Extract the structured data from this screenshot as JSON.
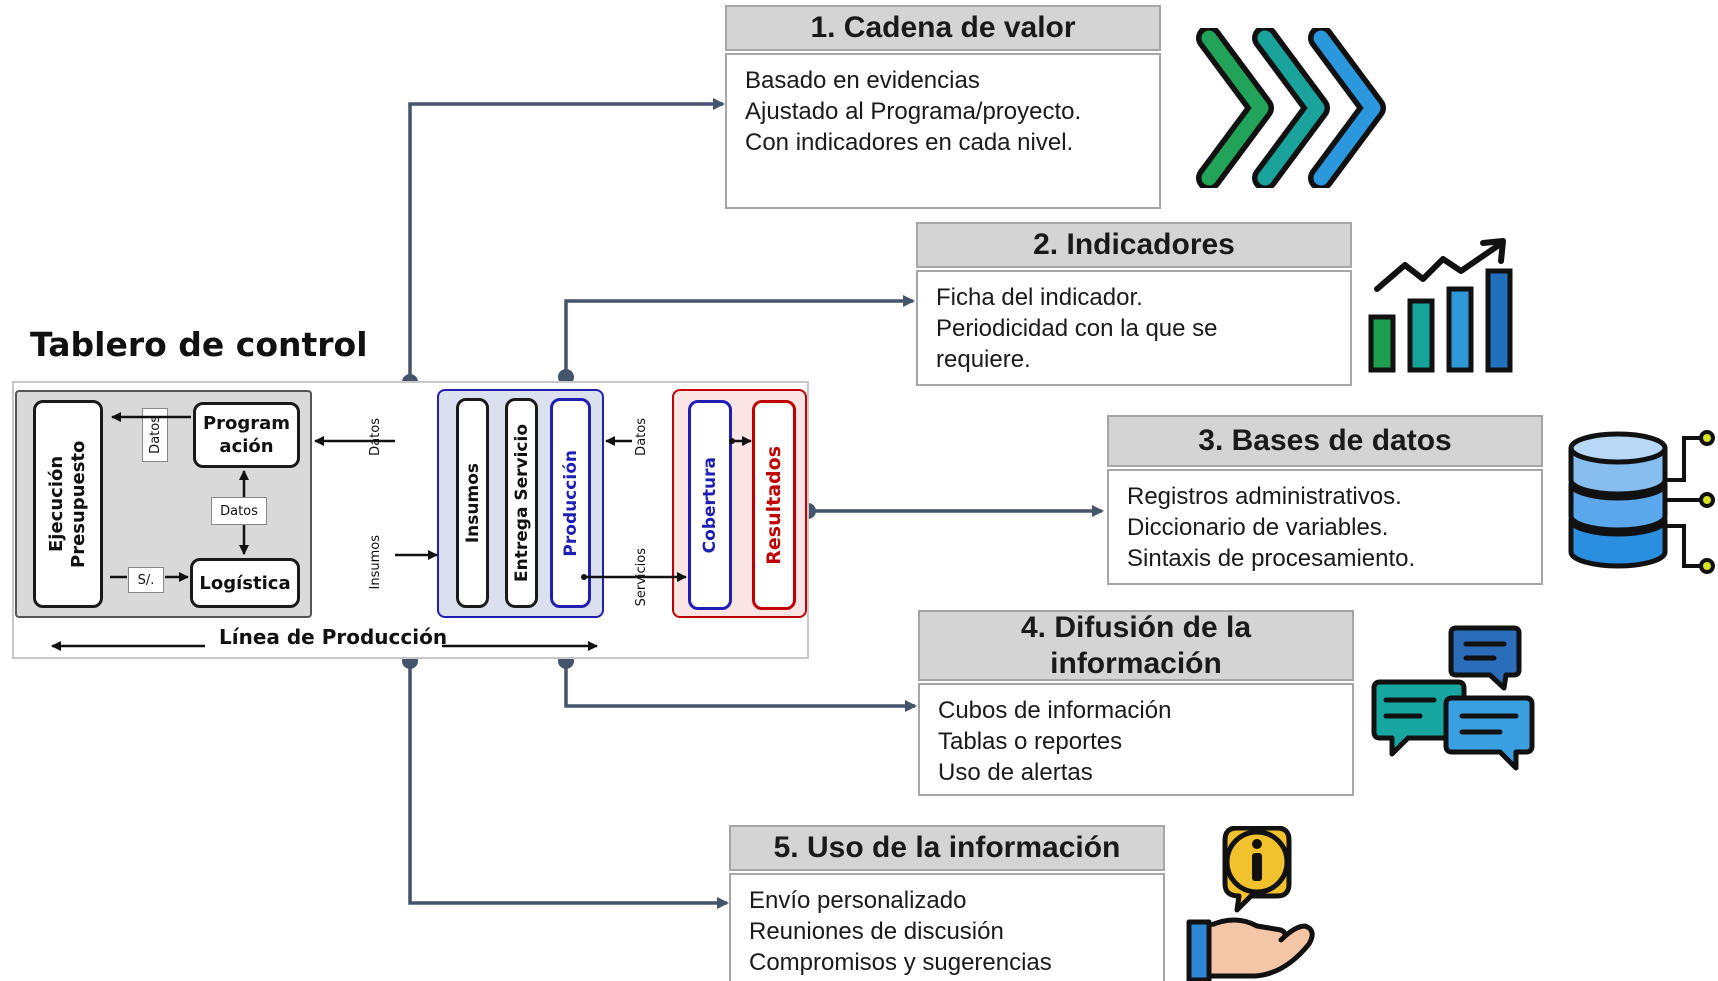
{
  "left": {
    "title": "Tablero de control",
    "ejecucion": "Ejecución Presupuesto",
    "programacion": "Program ación",
    "logistica": "Logística",
    "datos_box_1": "Datos",
    "datos_box_2": "Datos",
    "soles_box": "S/.",
    "datos_label_1": "Datos",
    "insumos_label": "Insumos",
    "datos_label_2": "Datos",
    "servicios_label": "Servicios",
    "insumos": "Insumos",
    "entrega_servicio": "Entrega Servicio",
    "produccion": "Producción",
    "cobertura": "Cobertura",
    "resultados": "Resultados",
    "linea_produccion": "Línea de Producción"
  },
  "boxes": [
    {
      "title": "1. Cadena de valor",
      "lines": [
        "Basado en evidencias",
        "Ajustado al Programa/proyecto.",
        "Con indicadores en cada nivel."
      ],
      "icon": "chevrons-icon"
    },
    {
      "title": "2. Indicadores",
      "lines": [
        "Ficha del indicador.",
        "Periodicidad con la que se",
        "requiere."
      ],
      "icon": "bar-chart-icon"
    },
    {
      "title": "3. Bases de datos",
      "lines": [
        "Registros administrativos.",
        "Diccionario de variables.",
        "Sintaxis de procesamiento."
      ],
      "icon": "database-icon"
    },
    {
      "title_lines": [
        "4. Difusión de la",
        "información"
      ],
      "lines": [
        "Cubos de información",
        "Tablas o reportes",
        "Uso de alertas"
      ],
      "icon": "chat-bubbles-icon"
    },
    {
      "title": "5. Uso de la información",
      "lines": [
        "Envío personalizado",
        "Reuniones de discusión",
        "Compromisos y sugerencias"
      ],
      "icon": "hand-info-icon"
    }
  ],
  "colors": {
    "connector": "#44546a",
    "blue_panel": "#dbe0ef",
    "blue_border": "#1f1fb4",
    "red_panel": "#fbe4e4",
    "red_border": "#c00000",
    "gray_panel": "#d9d9d9"
  }
}
